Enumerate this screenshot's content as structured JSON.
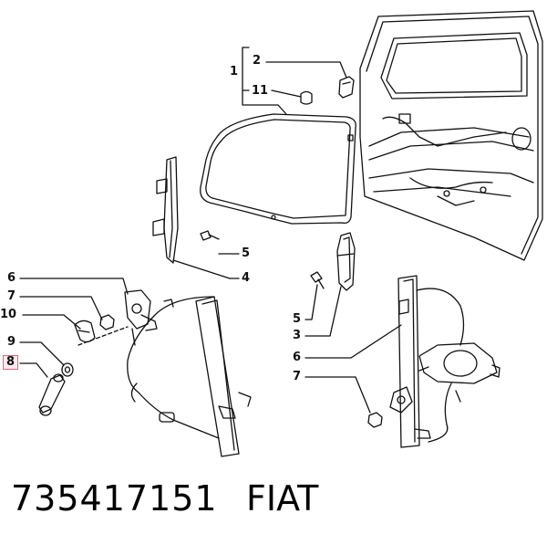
{
  "callouts": {
    "c1": "1",
    "c2": "2",
    "c11": "11",
    "c4": "4",
    "c5a": "5",
    "c6a": "6",
    "c7a": "7",
    "c10": "10",
    "c9": "9",
    "c8": "8",
    "c5b": "5",
    "c3": "3",
    "c6b": "6",
    "c7b": "7"
  },
  "caption": {
    "part_number": "735417151",
    "brand": "FIAT"
  },
  "colors": {
    "line": "#111111",
    "highlight": "#e06a7d"
  }
}
